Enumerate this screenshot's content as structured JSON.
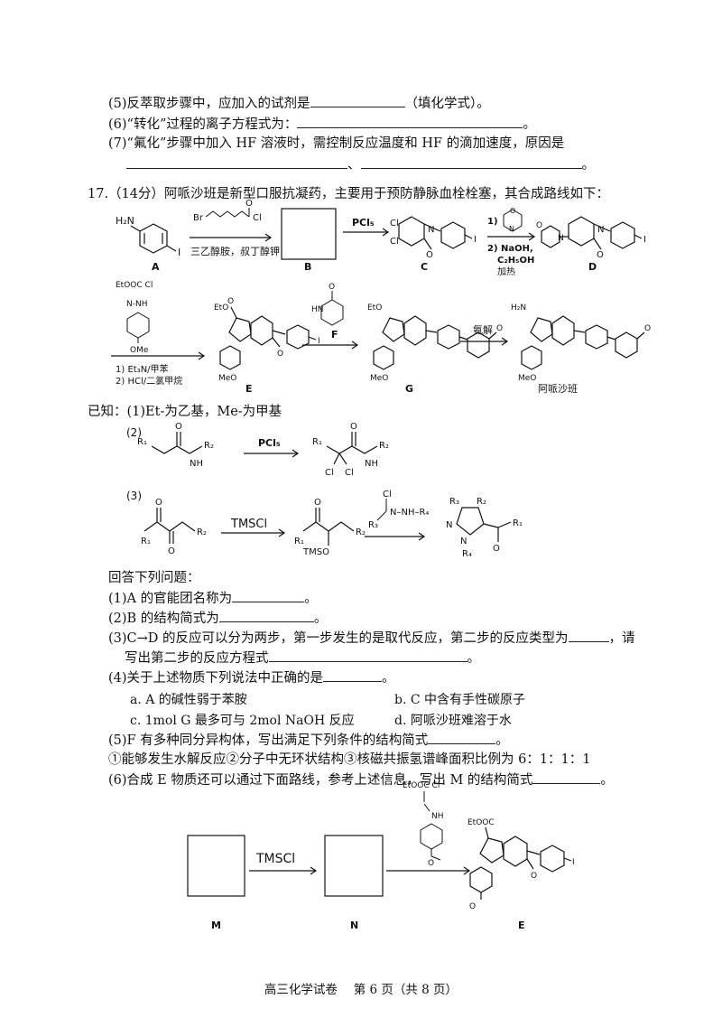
{
  "q16": {
    "p5_text": "(5)反萃取步骤中，应加入的试剂是",
    "p5_tail": "（填化学式）。",
    "p6_text": "(6)“转化”过程的离子方程式为：",
    "p6_tail": "。",
    "p7_text": "(7)“氟化”步骤中加入 HF 溶液时，需控制反应温度和 HF 的滴加速度，原因是",
    "p7_sep": "、",
    "p7_tail": "。"
  },
  "q17": {
    "intro": "17.（14分）阿哌沙班是新型口服抗凝药，主要用于预防静脉血栓栓塞，其合成路线如下：",
    "scheme1": {
      "reagent_top": "Br⁀⁀⁀COCl",
      "reagent_bottom": "三乙醇胺，叔丁醇钾",
      "pcl5": "PCl₅",
      "step_cd_1": "1)",
      "step_cd_2": "2) NaOH,",
      "step_cd_3": "C₂H₅OH",
      "step_cd_4": "加热",
      "labels": [
        "A",
        "B",
        "C",
        "D"
      ]
    },
    "scheme2": {
      "reagent_header": "EtOOC  Cl",
      "reagent_nh": "N-NH",
      "reagent_ome": "OMe",
      "cond1": "1) Et₃N/甲苯",
      "cond2": "2) HCl/二氯甲烷",
      "f_label": "F",
      "ammonolysis": "氨解",
      "labels": [
        "E",
        "G"
      ],
      "product": "阿哌沙班",
      "meo": "MeO",
      "eto": "EtO",
      "h2n": "H₂N",
      "o": "O",
      "n": "N",
      "hn": "HN",
      "i": "I"
    },
    "known_title": "已知：(1)Et-为乙基，Me-为甲基",
    "known2": {
      "num": "(2)",
      "reagent": "PCl₅",
      "r1": "R₁",
      "r2": "R₂",
      "nh": "NH",
      "cl": "Cl"
    },
    "known3": {
      "num": "(3)",
      "reagent": "TMSCl",
      "r1": "R₁",
      "r2": "R₂",
      "r3": "R₃",
      "r4": "R₄",
      "tmso": "TMSO",
      "cl": "Cl",
      "nnh": "N–NH–R₄",
      "n": "N"
    },
    "answer_intro": "回答下列问题：",
    "q1": "(1)A 的官能团名称为",
    "q1_tail": "。",
    "q2": "(2)B 的结构简式为",
    "q2_tail": "。",
    "q3": "(3)C→D 的反应可以分为两步，第一步发生的是取代反应，第二步的反应类型为",
    "q3_tail": "，请",
    "q3b": "写出第二步的反应方程式",
    "q3b_tail": "。",
    "q4": "(4)关于上述物质下列说法中正确的是",
    "q4_tail": "。",
    "opt_a": "a. A 的碱性弱于苯胺",
    "opt_b": "b. C 中含有手性碳原子",
    "opt_c": "c. 1mol G 最多可与 2mol NaOH 反应",
    "opt_d": "d. 阿哌沙班难溶于水",
    "q5": "(5)F 有多种同分异构体，写出满足下列条件的结构简式",
    "q5_tail": "。",
    "q5_cond": "①能够发生水解反应②分子中无环状结构③核磁共振氢谱峰面积比例为 6：1：1：1",
    "q6": "(6)合成 E 物质还可以通过下面路线，参考上述信息，写出 M 的结构简式",
    "q6_tail": "。",
    "scheme3": {
      "tmscl": "TMSCl",
      "labels": [
        "M",
        "N",
        "E"
      ],
      "eto_top": "EtOOC  Cl",
      "nh": "NH",
      "eto": "EtOOC",
      "o": "O"
    }
  },
  "footer": "高三化学试卷　 第 6 页（共 8 页）"
}
